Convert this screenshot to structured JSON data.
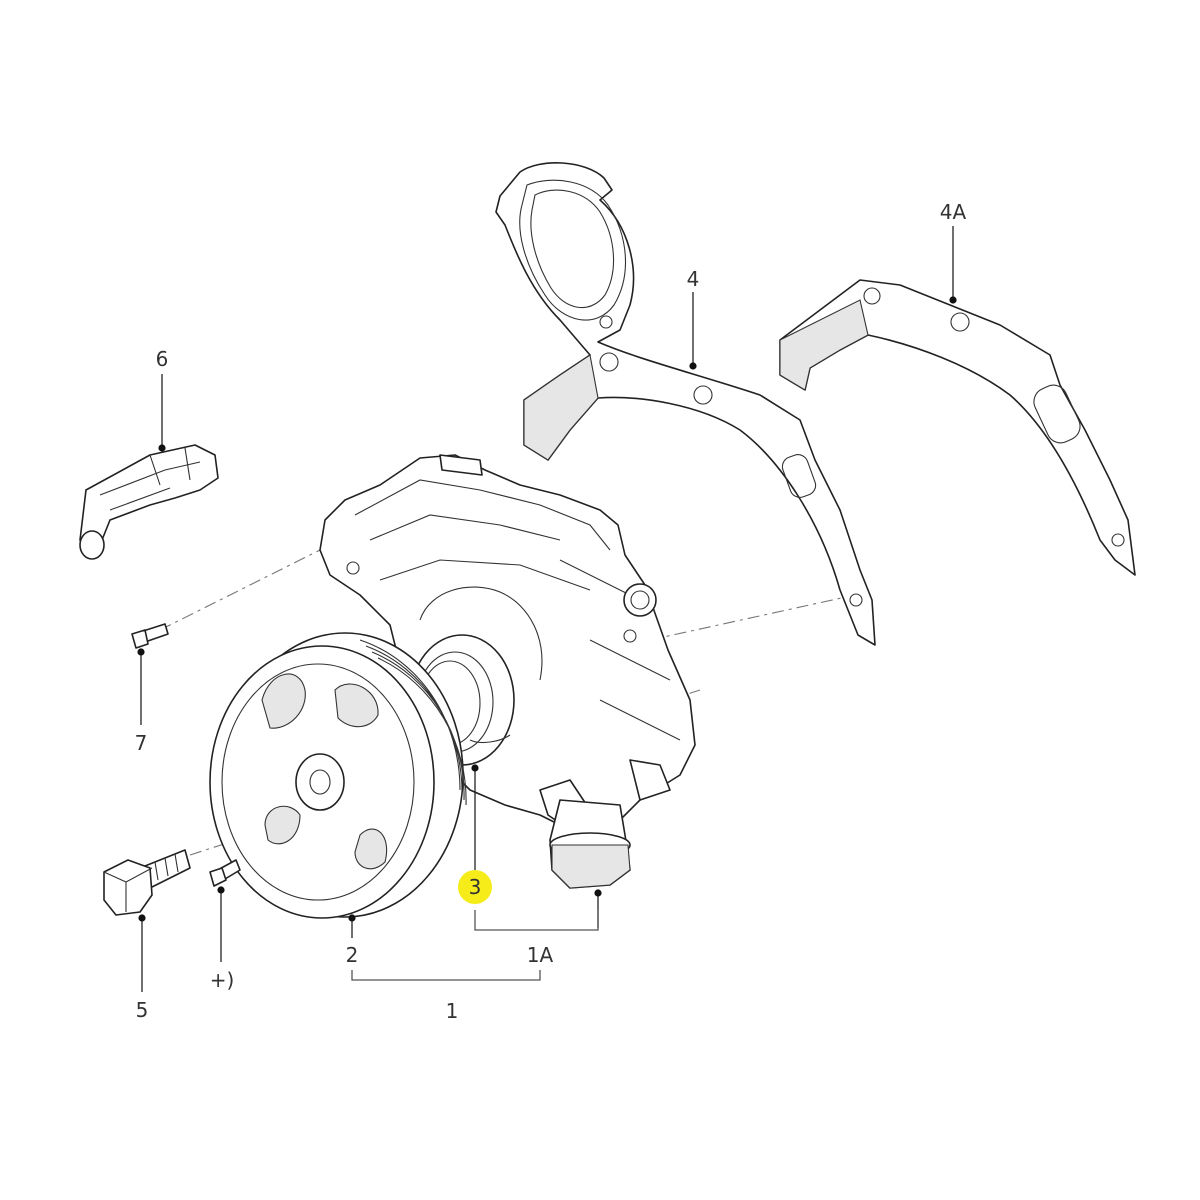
{
  "labels": {
    "p1": "1",
    "p1a": "1A",
    "p2": "2",
    "p3": "3",
    "p4": "4",
    "p4a": "4A",
    "p5": "5",
    "p6": "6",
    "p7": "7",
    "plus": "+)"
  },
  "highlight": {
    "part": "3",
    "color": "#f5ec1a"
  }
}
